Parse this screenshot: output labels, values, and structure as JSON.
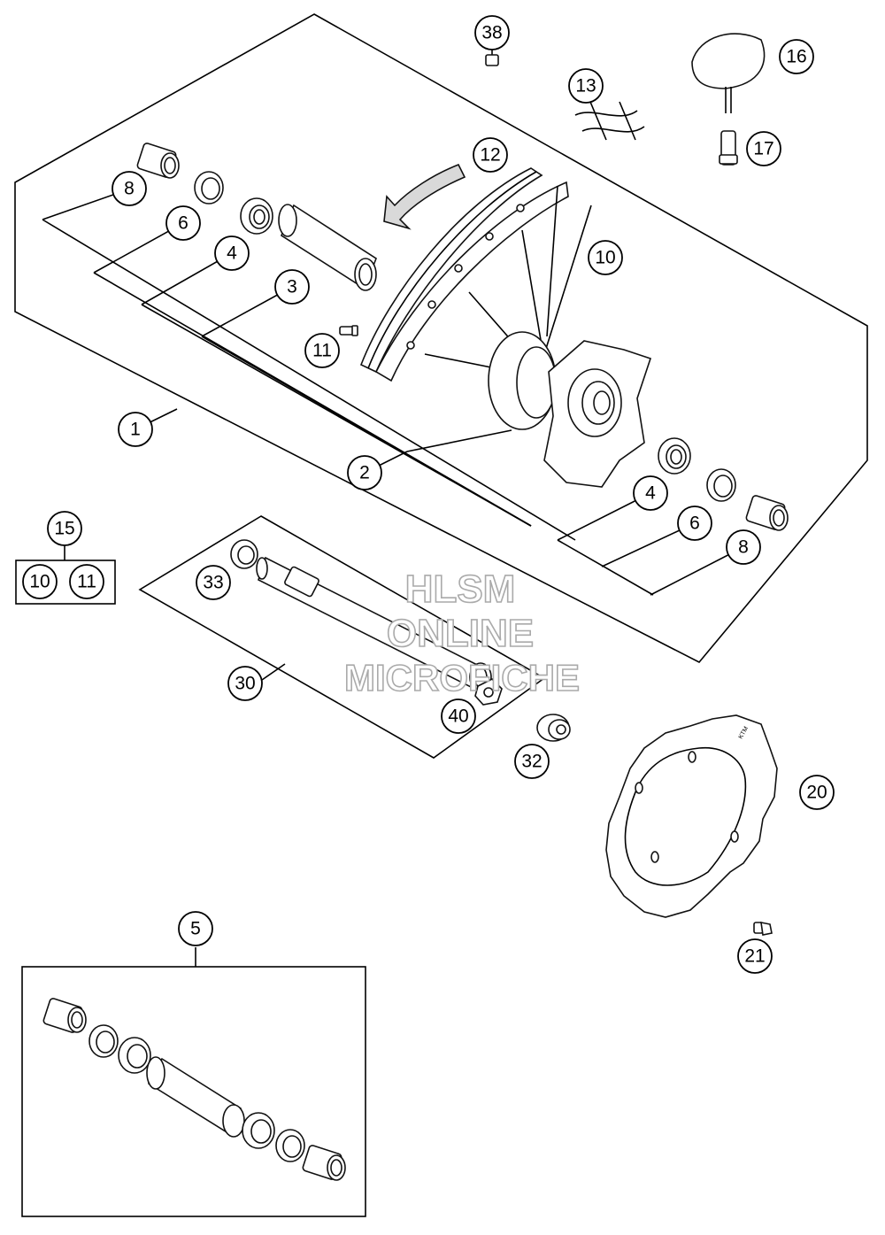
{
  "watermark": {
    "line1": "HLSM",
    "line2": "ONLINE",
    "line3": "MICROFICHE"
  },
  "callouts": {
    "c1": "1",
    "c2": "2",
    "c3": "3",
    "c4a": "4",
    "c4b": "4",
    "c5": "5",
    "c6a": "6",
    "c6b": "6",
    "c8a": "8",
    "c8b": "8",
    "c10": "10",
    "c10k": "10",
    "c11": "11",
    "c11k": "11",
    "c12": "12",
    "c13": "13",
    "c15": "15",
    "c16": "16",
    "c17": "17",
    "c20": "20",
    "c21": "21",
    "c30": "30",
    "c32": "32",
    "c33": "33",
    "c38": "38",
    "c40": "40"
  }
}
